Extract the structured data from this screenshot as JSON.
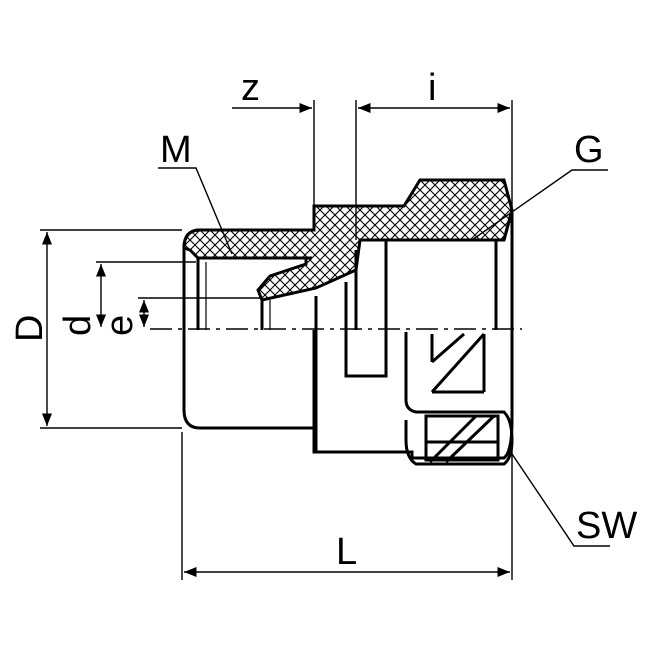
{
  "labels": {
    "z": "z",
    "i": "i",
    "M": "M",
    "G": "G",
    "D": "D",
    "d": "d",
    "e": "e",
    "SW": "SW",
    "L": "L"
  },
  "colors": {
    "ink": "#000000",
    "background": "#ffffff"
  }
}
